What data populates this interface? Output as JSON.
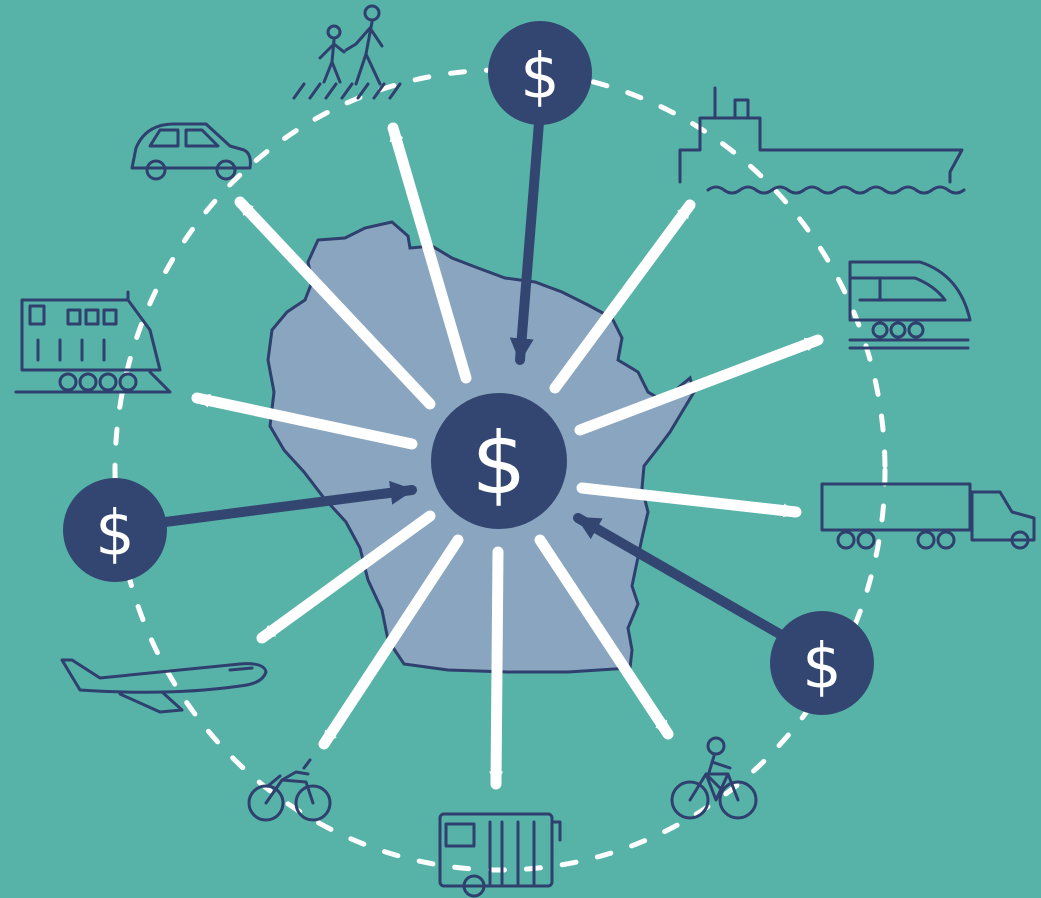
{
  "diagram": {
    "currency_symbol": "$",
    "colors": {
      "background": "#57b3a8",
      "state_fill": "#8aa5bf",
      "node_fill": "#334672",
      "icon_stroke": "#2f3f6e",
      "arrow": "#ffffff",
      "ring": "#ffffff"
    },
    "center_node": {
      "label": "$"
    },
    "funding_sources": [
      {
        "id": "top",
        "label": "$"
      },
      {
        "id": "left",
        "label": "$"
      },
      {
        "id": "lower-right",
        "label": "$"
      }
    ],
    "transport_modes": [
      "pedestrians-icon",
      "cargo-ship-icon",
      "passenger-train-icon",
      "semi-truck-icon",
      "bicycle-icon",
      "bus-icon",
      "motorcycle-icon",
      "airplane-icon",
      "freight-locomotive-icon",
      "car-icon"
    ]
  }
}
